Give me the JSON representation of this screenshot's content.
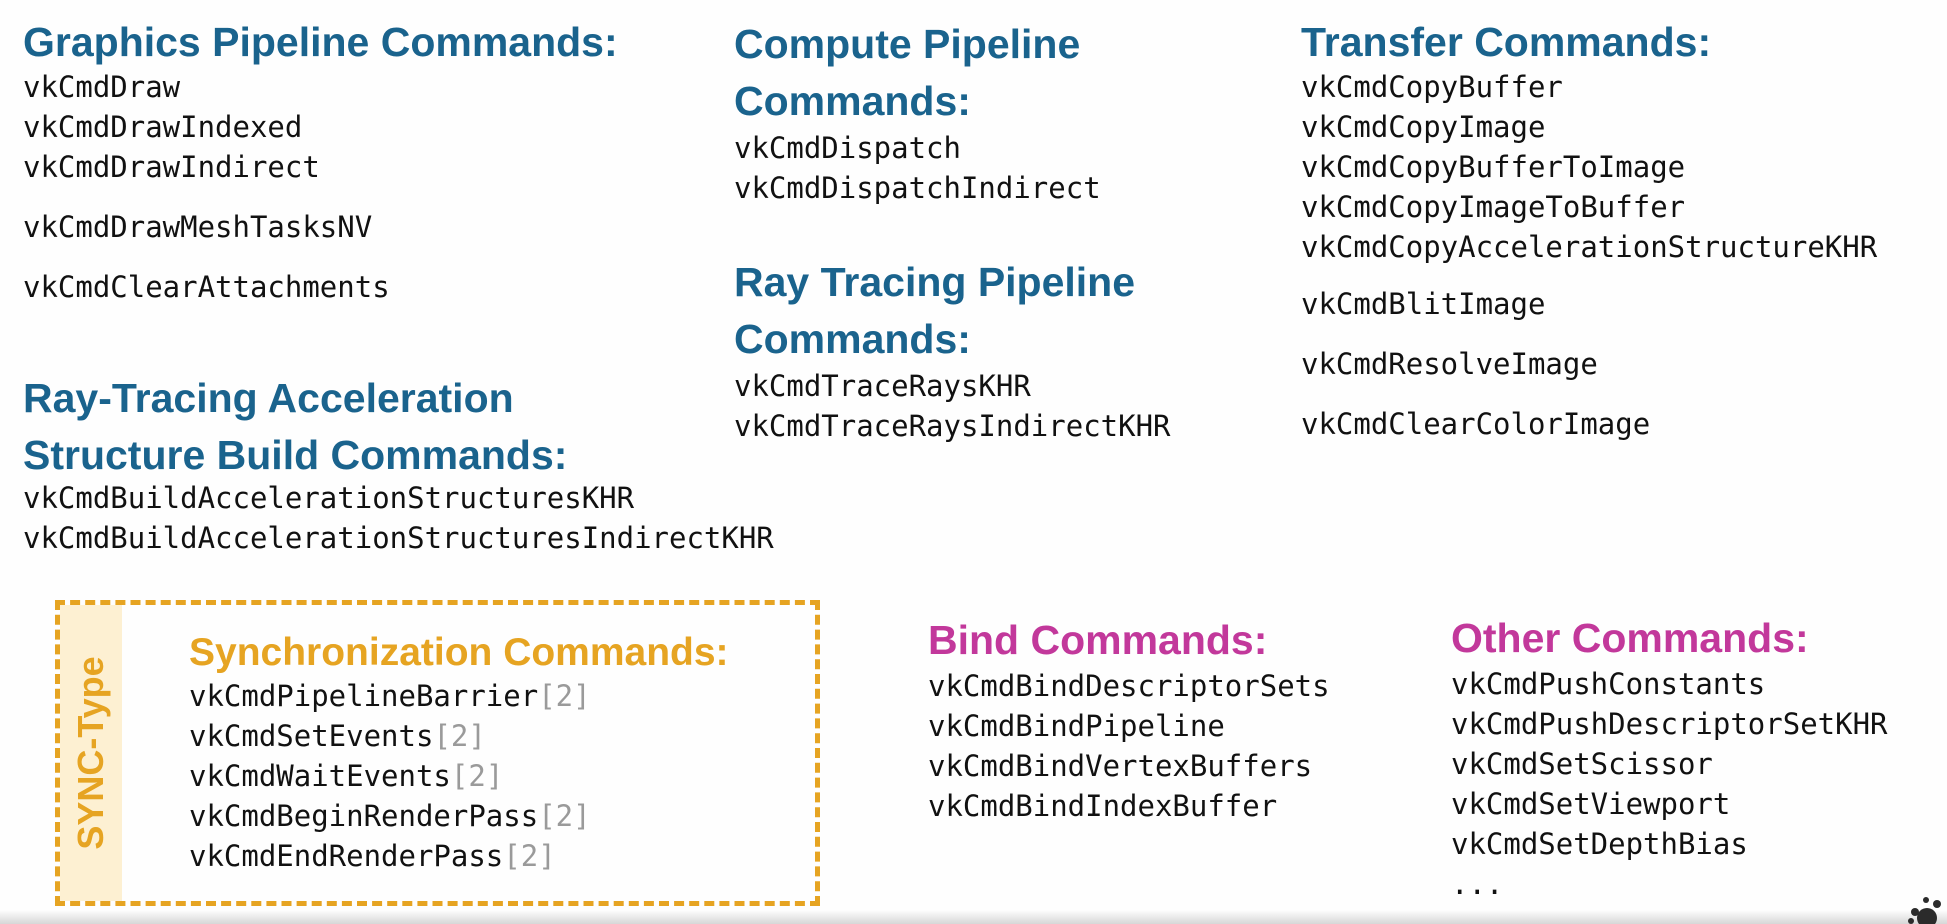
{
  "graphics": {
    "heading": "Graphics Pipeline Commands:",
    "commands": [
      "vkCmdDraw",
      "vkCmdDrawIndexed",
      "vkCmdDrawIndirect",
      "vkCmdDrawMeshTasksNV",
      "vkCmdClearAttachments"
    ]
  },
  "compute": {
    "heading_line1": "Compute Pipeline",
    "heading_line2": "Commands:",
    "commands": [
      "vkCmdDispatch",
      "vkCmdDispatchIndirect"
    ]
  },
  "transfer": {
    "heading": "Transfer Commands:",
    "commands": [
      "vkCmdCopyBuffer",
      "vkCmdCopyImage",
      "vkCmdCopyBufferToImage",
      "vkCmdCopyImageToBuffer",
      "vkCmdCopyAccelerationStructureKHR",
      "vkCmdBlitImage",
      "vkCmdResolveImage",
      "vkCmdClearColorImage"
    ]
  },
  "ray_tracing_pipeline": {
    "heading_line1": "Ray Tracing Pipeline",
    "heading_line2": "Commands:",
    "commands": [
      "vkCmdTraceRaysKHR",
      "vkCmdTraceRaysIndirectKHR"
    ]
  },
  "acceleration_build": {
    "heading_line1": "Ray-Tracing Acceleration",
    "heading_line2": "Structure Build Commands:",
    "commands": [
      "vkCmdBuildAccelerationStructuresKHR",
      "vkCmdBuildAccelerationStructuresIndirectKHR"
    ]
  },
  "synchronization": {
    "tab_label": "SYNC-Type",
    "heading": "Synchronization Commands:",
    "suffix": "[2]",
    "commands": [
      "vkCmdPipelineBarrier",
      "vkCmdSetEvents",
      "vkCmdWaitEvents",
      "vkCmdBeginRenderPass",
      "vkCmdEndRenderPass"
    ]
  },
  "bind": {
    "heading": "Bind Commands:",
    "commands": [
      "vkCmdBindDescriptorSets",
      "vkCmdBindPipeline",
      "vkCmdBindVertexBuffers",
      "vkCmdBindIndexBuffer"
    ]
  },
  "other": {
    "heading": "Other Commands:",
    "commands": [
      "vkCmdPushConstants",
      "vkCmdPushDescriptorSetKHR",
      "vkCmdSetScissor",
      "vkCmdSetViewport",
      "vkCmdSetDepthBias",
      "..."
    ]
  },
  "colors": {
    "heading_blue": "#1a638d",
    "heading_magenta": "#c2389b",
    "sync_orange": "#e6a422",
    "sync_tab_fill": "#fdf0d2",
    "command_text": "#111111",
    "suffix_gray": "#9a9a9a"
  },
  "icons": {
    "corner_logo": "splat-logo-icon"
  }
}
